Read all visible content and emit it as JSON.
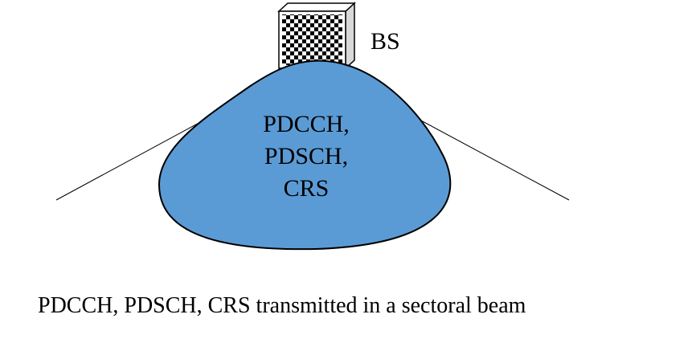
{
  "diagram": {
    "base_station": {
      "label": "BS",
      "icon": "checkered-antenna-icon"
    },
    "beam": {
      "lines": [
        "PDCCH,",
        "PDSCH,",
        "CRS"
      ],
      "fill_color": "#5B9BD5",
      "stroke_color": "#000000"
    },
    "caption": "PDCCH, PDSCH, CRS transmitted in a sectoral beam"
  }
}
